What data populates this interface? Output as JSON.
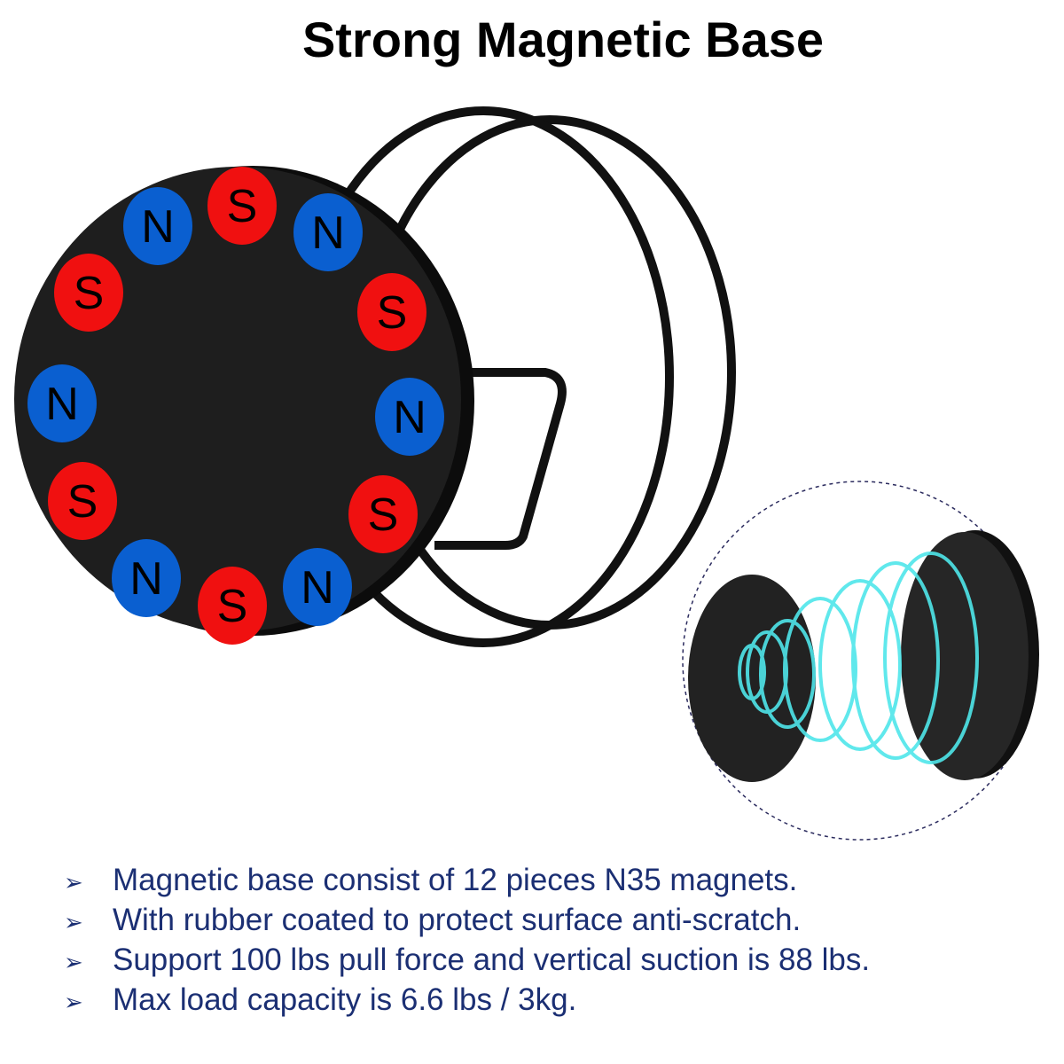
{
  "title": "Strong Magnetic Base",
  "magnets": [
    "N",
    "S",
    "N",
    "S",
    "N",
    "S",
    "N",
    "S",
    "N",
    "S",
    "N",
    "S"
  ],
  "colors": {
    "north": "#0a5fd0",
    "south": "#f01010",
    "disc": "#1a1a1a",
    "field": "#4fe6ea",
    "text": "#1b2f73"
  },
  "bullet_icon": "arrow-bullet-icon",
  "bullets": [
    "Magnetic base consist of 12 pieces N35 magnets.",
    "With rubber coated to protect surface anti-scratch.",
    "Support 100 lbs pull force and vertical suction is 88 lbs.",
    "Max load capacity is 6.6 lbs / 3kg."
  ]
}
